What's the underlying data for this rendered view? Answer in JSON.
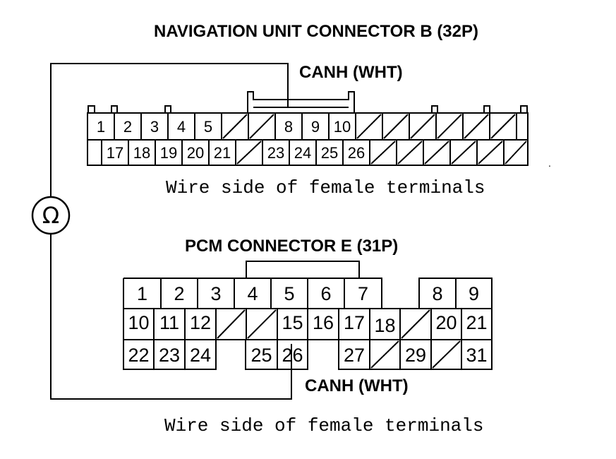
{
  "nav_connector": {
    "title": "NAVIGATION UNIT CONNECTOR B (32P)",
    "wire_label": "CANH (WHT)",
    "footer": "Wire side of female terminals",
    "row1": [
      "1",
      "2",
      "3",
      "4",
      "5",
      "",
      "",
      "8",
      "9",
      "10",
      "",
      "",
      "",
      "",
      "",
      ""
    ],
    "row2": [
      "",
      "17",
      "18",
      "19",
      "20",
      "21",
      "",
      "23",
      "24",
      "25",
      "26",
      "",
      "",
      "",
      "",
      "",
      ""
    ]
  },
  "pcm_connector": {
    "title": "PCM CONNECTOR E (31P)",
    "wire_label": "CANH (WHT)",
    "footer": "Wire side of female terminals",
    "row1": [
      "1",
      "2",
      "3",
      "4",
      "5",
      "6",
      "7",
      "8",
      "9"
    ],
    "row2": [
      "10",
      "11",
      "12",
      "",
      "",
      "15",
      "16",
      "17",
      "18",
      "",
      "20",
      "21"
    ],
    "row3": [
      "22",
      "23",
      "24",
      "25",
      "26",
      "27",
      "",
      "29",
      "",
      "31"
    ]
  },
  "meter": {
    "symbol": "Ω",
    "icon": "ohmmeter-icon"
  }
}
